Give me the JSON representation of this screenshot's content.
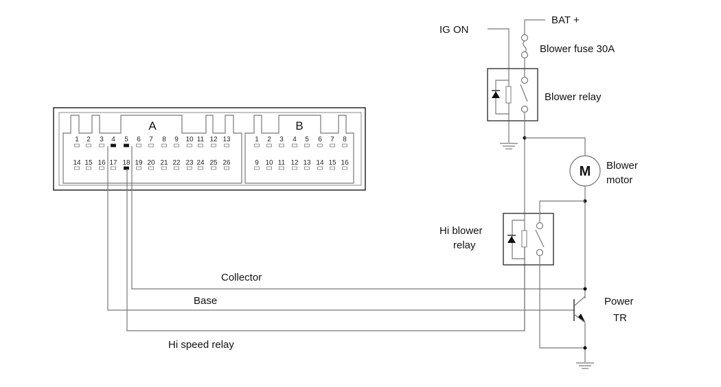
{
  "connector": {
    "a_label": "A",
    "b_label": "B",
    "a_row1": [
      "1",
      "2",
      "3",
      "4",
      "5",
      "6",
      "7",
      "8",
      "9",
      "10",
      "11",
      "12",
      "13"
    ],
    "a_row2": [
      "14",
      "15",
      "16",
      "17",
      "18",
      "19",
      "20",
      "21",
      "22",
      "23",
      "24",
      "25",
      "26"
    ],
    "b_row1": [
      "1",
      "2",
      "3",
      "4",
      "5",
      "6",
      "7",
      "8"
    ],
    "b_row2": [
      "9",
      "10",
      "11",
      "12",
      "13",
      "14",
      "15",
      "16"
    ],
    "used_pins_a": [
      "4",
      "5",
      "18"
    ]
  },
  "labels": {
    "ig_on": "IG ON",
    "bat": "BAT +",
    "fuse": "Blower fuse 30A",
    "blower_relay": "Blower relay",
    "motor_symbol": "M",
    "blower_motor_1": "Blower",
    "blower_motor_2": "motor",
    "hi_relay_1": "Hi blower",
    "hi_relay_2": "relay",
    "power_tr_1": "Power",
    "power_tr_2": "TR",
    "collector": "Collector",
    "base": "Base",
    "hi_speed_relay": "Hi speed relay"
  }
}
